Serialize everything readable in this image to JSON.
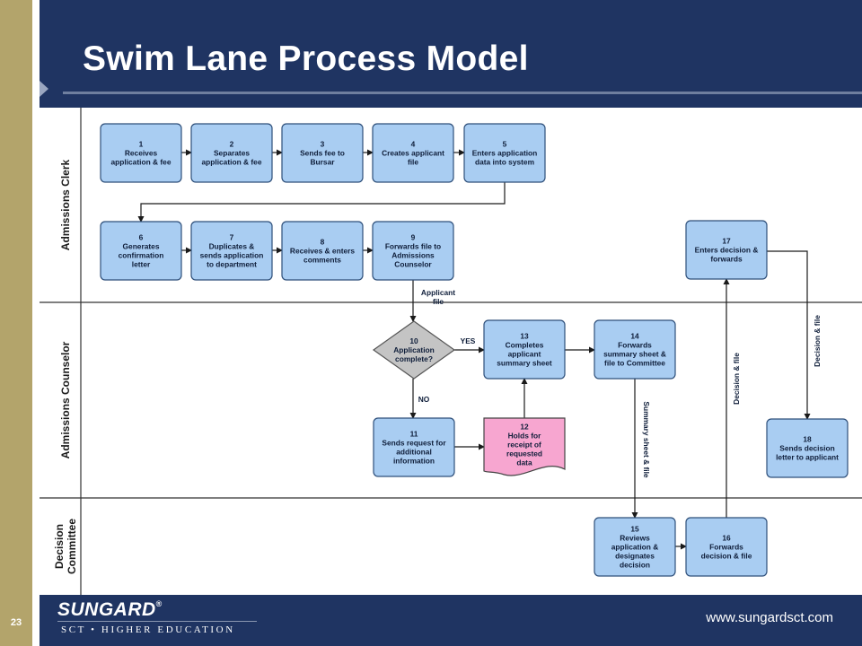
{
  "slide": {
    "title": "Swim Lane Process Model",
    "number": "23"
  },
  "footer": {
    "brand": "SUNGARD",
    "brand_mark": "®",
    "brand_sub": "SCT • HIGHER EDUCATION",
    "website": "www.sungardsct.com"
  },
  "colors": {
    "header": "#1f3462",
    "accent_bar": "#b3a46b",
    "process_fill": "#a9cdf2",
    "process_stroke": "#2e4f7a",
    "decision_fill": "#c4c4c4",
    "document_fill": "#f7a6d0"
  },
  "lanes": [
    {
      "id": "clerk",
      "label_lines": [
        "Admissions Clerk"
      ]
    },
    {
      "id": "counselor",
      "label_lines": [
        "Admissions Counselor"
      ]
    },
    {
      "id": "committee",
      "label_lines": [
        "Decision",
        "Committee"
      ]
    }
  ],
  "nodes": [
    {
      "id": "n1",
      "shape": "process",
      "lines": [
        "1",
        "Receives",
        "application & fee"
      ]
    },
    {
      "id": "n2",
      "shape": "process",
      "lines": [
        "2",
        "Separates",
        "application & fee"
      ]
    },
    {
      "id": "n3",
      "shape": "process",
      "lines": [
        "3",
        "Sends fee to",
        "Bursar"
      ]
    },
    {
      "id": "n4",
      "shape": "process",
      "lines": [
        "4",
        "Creates applicant",
        "file"
      ]
    },
    {
      "id": "n5",
      "shape": "process",
      "lines": [
        "5",
        "Enters application",
        "data into system"
      ]
    },
    {
      "id": "n6",
      "shape": "process",
      "lines": [
        "6",
        "Generates",
        "confirmation",
        "letter"
      ]
    },
    {
      "id": "n7",
      "shape": "process",
      "lines": [
        "7",
        "Duplicates &",
        "sends application",
        "to department"
      ]
    },
    {
      "id": "n8",
      "shape": "process",
      "lines": [
        "8",
        "Receives & enters",
        "comments"
      ]
    },
    {
      "id": "n9",
      "shape": "process",
      "lines": [
        "9",
        "Forwards file to",
        "Admissions",
        "Counselor"
      ]
    },
    {
      "id": "n10",
      "shape": "decision",
      "lines": [
        "10",
        "Application",
        "complete?"
      ]
    },
    {
      "id": "n11",
      "shape": "process",
      "lines": [
        "11",
        "Sends request for",
        "additional",
        "information"
      ]
    },
    {
      "id": "n12",
      "shape": "document",
      "lines": [
        "12",
        "Holds for",
        "receipt of",
        "requested",
        "data"
      ]
    },
    {
      "id": "n13",
      "shape": "process",
      "lines": [
        "13",
        "Completes",
        "applicant",
        "summary sheet"
      ]
    },
    {
      "id": "n14",
      "shape": "process",
      "lines": [
        "14",
        "Forwards",
        "summary sheet &",
        "file to Committee"
      ]
    },
    {
      "id": "n15",
      "shape": "process",
      "lines": [
        "15",
        "Reviews",
        "application &",
        "designates",
        "decision"
      ]
    },
    {
      "id": "n16",
      "shape": "process",
      "lines": [
        "16",
        "Forwards",
        "decision & file"
      ]
    },
    {
      "id": "n17",
      "shape": "process",
      "lines": [
        "17",
        "Enters decision &",
        "forwards"
      ]
    },
    {
      "id": "n18",
      "shape": "process",
      "lines": [
        "18",
        "Sends decision",
        "letter to applicant"
      ]
    }
  ],
  "edges": [
    {
      "id": "e1-2",
      "from": "n1",
      "to": "n2"
    },
    {
      "id": "e2-3",
      "from": "n2",
      "to": "n3"
    },
    {
      "id": "e3-4",
      "from": "n3",
      "to": "n4"
    },
    {
      "id": "e4-5",
      "from": "n4",
      "to": "n5"
    },
    {
      "id": "e5-6",
      "from": "n5",
      "to": "n6"
    },
    {
      "id": "e6-7",
      "from": "n6",
      "to": "n7"
    },
    {
      "id": "e7-8",
      "from": "n7",
      "to": "n8"
    },
    {
      "id": "e8-9",
      "from": "n8",
      "to": "n9"
    },
    {
      "id": "e9-10",
      "from": "n9",
      "to": "n10",
      "label_lines": [
        "Applicant",
        "file"
      ]
    },
    {
      "id": "e10-13",
      "from": "n10",
      "to": "n13",
      "label_lines": [
        "YES"
      ]
    },
    {
      "id": "e10-11",
      "from": "n10",
      "to": "n11",
      "label_lines": [
        "NO"
      ]
    },
    {
      "id": "e11-12",
      "from": "n11",
      "to": "n12"
    },
    {
      "id": "e12-13",
      "from": "n12",
      "to": "n13"
    },
    {
      "id": "e13-14",
      "from": "n13",
      "to": "n14"
    },
    {
      "id": "e14-15",
      "from": "n14",
      "to": "n15",
      "label_lines": [
        "Summary sheet & file"
      ]
    },
    {
      "id": "e15-16",
      "from": "n15",
      "to": "n16"
    },
    {
      "id": "e16-17",
      "from": "n16",
      "to": "n17",
      "label_lines": [
        "Decision & file"
      ]
    },
    {
      "id": "e17-18",
      "from": "n17",
      "to": "n18",
      "label_lines": [
        "Decision & file"
      ]
    }
  ]
}
